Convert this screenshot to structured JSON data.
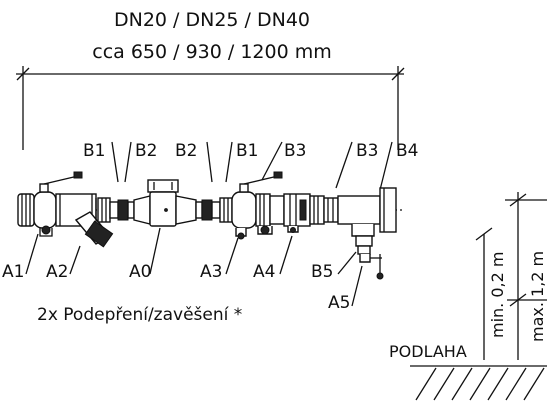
{
  "dimensions": {
    "line1": "DN20 / DN25 / DN40",
    "line2": "cca 650 / 930 / 1200 mm"
  },
  "component_labels": {
    "b1_left": "B1",
    "b2_left": "B2",
    "b2_mid": "B2",
    "b1_mid": "B1",
    "b3_mid": "B3",
    "b3_right": "B3",
    "b4": "B4",
    "a1": "A1",
    "a2": "A2",
    "a0": "A0",
    "a3": "A3",
    "a4": "A4",
    "b5": "B5",
    "a5": "A5"
  },
  "support_note": "2x Podepření/zavěšení *",
  "height": {
    "min": "min. 0,2 m",
    "max": "max. 1,2 m"
  },
  "floor_label": "PODLAHA"
}
